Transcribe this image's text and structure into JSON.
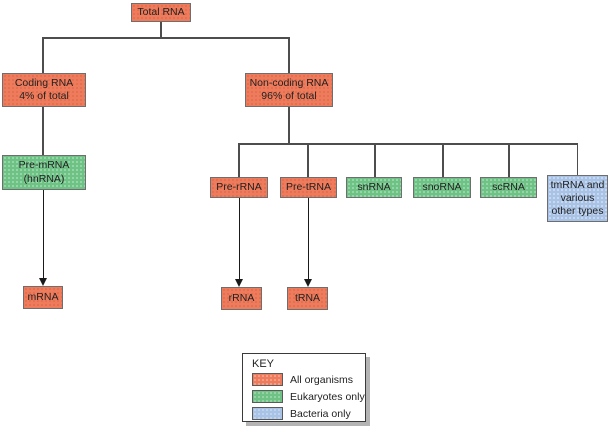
{
  "diagram": {
    "nodes": {
      "total_rna": {
        "label": "Total RNA",
        "color": "#ee7b5c",
        "category": "all-organisms"
      },
      "coding_rna": {
        "label": "Coding RNA\n4% of total",
        "color": "#ee7b5c",
        "category": "all-organisms"
      },
      "noncoding_rna": {
        "label": "Non-coding RNA\n96% of total",
        "color": "#ee7b5c",
        "category": "all-organisms"
      },
      "pre_mrna": {
        "label": "Pre-mRNA\n(hnRNA)",
        "color": "#6ec284",
        "category": "eukaryotes-only"
      },
      "pre_rrna": {
        "label": "Pre-rRNA",
        "color": "#ee7b5c",
        "category": "all-organisms"
      },
      "pre_trna": {
        "label": "Pre-tRNA",
        "color": "#ee7b5c",
        "category": "all-organisms"
      },
      "snrna": {
        "label": "snRNA",
        "color": "#6ec284",
        "category": "eukaryotes-only"
      },
      "snorna": {
        "label": "snoRNA",
        "color": "#6ec284",
        "category": "eukaryotes-only"
      },
      "scrna": {
        "label": "scRNA",
        "color": "#6ec284",
        "category": "eukaryotes-only"
      },
      "tmrna": {
        "label": "tmRNA and\nvarious\nother types",
        "color": "#a9c3e6",
        "category": "bacteria-only"
      },
      "mrna": {
        "label": "mRNA",
        "color": "#ee7b5c",
        "category": "all-organisms"
      },
      "rrna": {
        "label": "rRNA",
        "color": "#ee7b5c",
        "category": "all-organisms"
      },
      "trna": {
        "label": "tRNA",
        "color": "#ee7b5c",
        "category": "all-organisms"
      }
    },
    "key": {
      "title": "KEY",
      "entries": [
        {
          "label": "All organisms",
          "color": "#ee7b5c"
        },
        {
          "label": "Eukaryotes only",
          "color": "#6ec284"
        },
        {
          "label": "Bacteria only",
          "color": "#a9c3e6"
        }
      ]
    },
    "colors": {
      "all_organisms": "#ee7b5c",
      "eukaryotes_only": "#6ec284",
      "bacteria_only": "#a9c3e6",
      "connector_line": "#4d4d4d",
      "arrow": "#1a1a1a"
    }
  }
}
